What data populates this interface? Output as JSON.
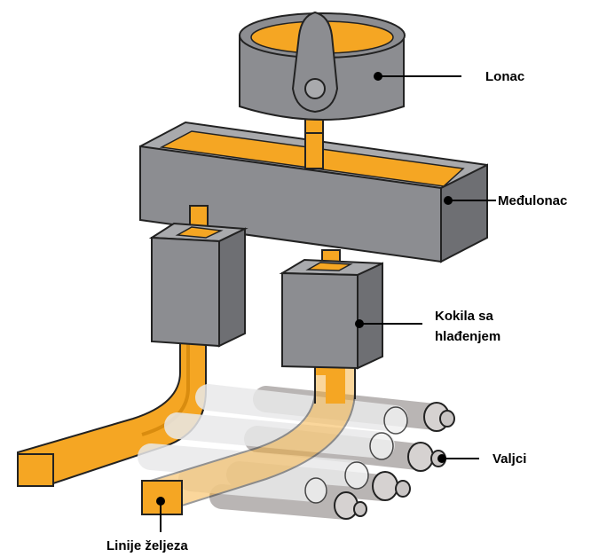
{
  "labels": {
    "ladle": "Lonac",
    "tundish": "Međulonac",
    "mould_line1": "Kokila sa",
    "mould_line2": "hlađenjem",
    "rollers": "Valjci",
    "strands": "Linije željeza"
  },
  "colors": {
    "steel": "#f5a623",
    "steel_dark": "#d98c0f",
    "metal_front": "#8c8d91",
    "metal_side": "#6e6f73",
    "metal_top": "#a9aaad",
    "outline": "#222222",
    "roller_light": "#e9e9ea",
    "roller_dark": "#b9b5b4"
  }
}
